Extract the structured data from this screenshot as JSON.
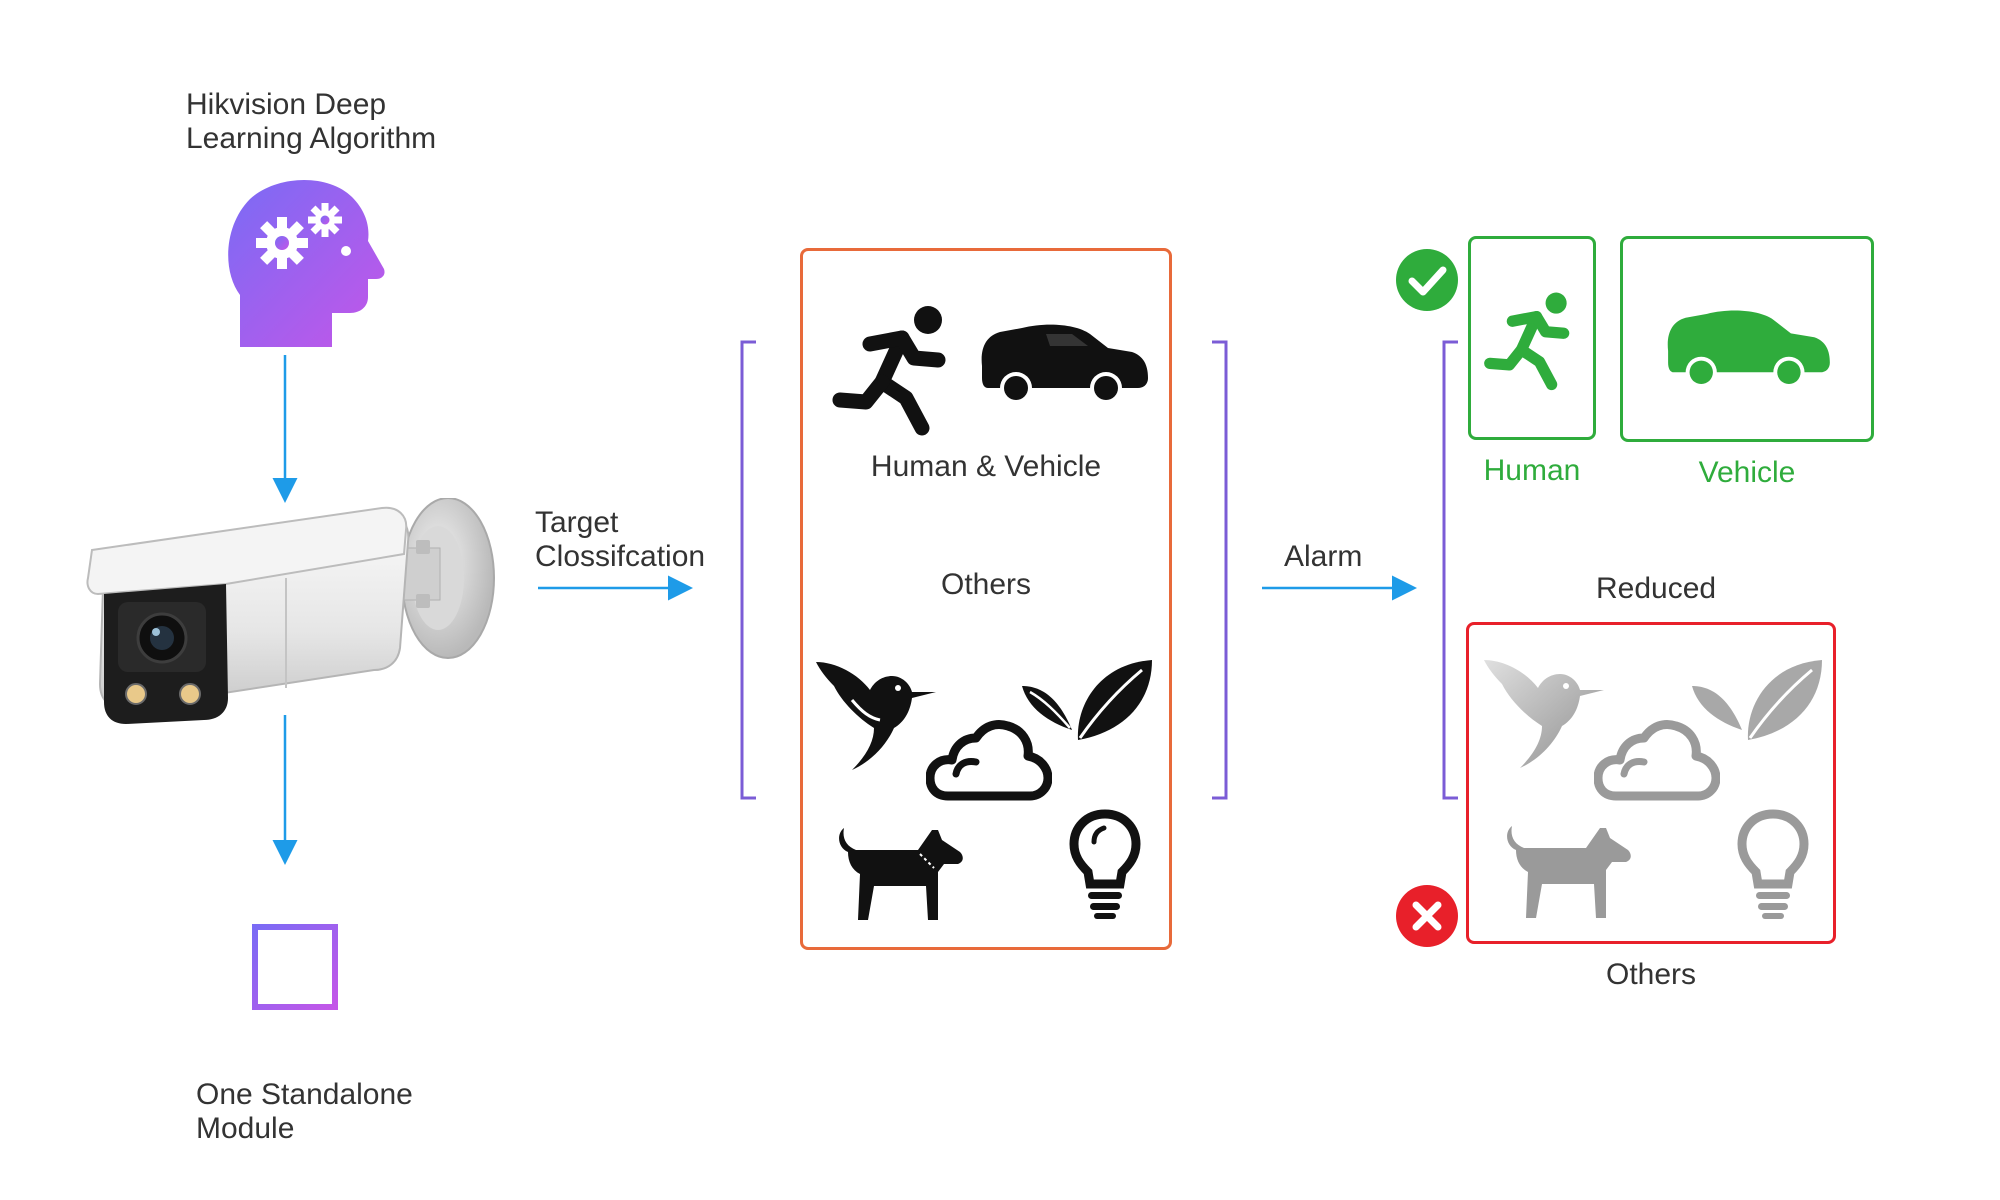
{
  "algorithm": {
    "title_line1": "Hikvision Deep",
    "title_line2": "Learning Algorithm"
  },
  "module": {
    "title_line1": "One Standalone",
    "title_line2": "Module"
  },
  "classification": {
    "label_line1": "Target",
    "label_line2": "Clossifcation"
  },
  "alarm": {
    "label": "Alarm"
  },
  "center_box": {
    "human_vehicle_label": "Human & Vehicle",
    "others_label": "Others"
  },
  "results": {
    "human_label": "Human",
    "vehicle_label": "Vehicle",
    "reduced_label": "Reduced",
    "others_label": "Others"
  },
  "colors": {
    "arrow": "#1e9be8",
    "bracket": "#7b5cd6",
    "center_border": "#e86a3a",
    "accept": "#2fac3c",
    "reject": "#e8202a",
    "dim_icon": "#9a9a9a",
    "purple_start": "#7a6bf5",
    "purple_end": "#c456e8"
  },
  "icons": [
    "brain-gears-icon",
    "security-camera-icon",
    "chip-icon",
    "running-person-icon",
    "car-icon",
    "bird-icon",
    "cloud-icon",
    "leaf-icon",
    "dog-icon",
    "lightbulb-icon",
    "check-icon",
    "cross-icon"
  ]
}
